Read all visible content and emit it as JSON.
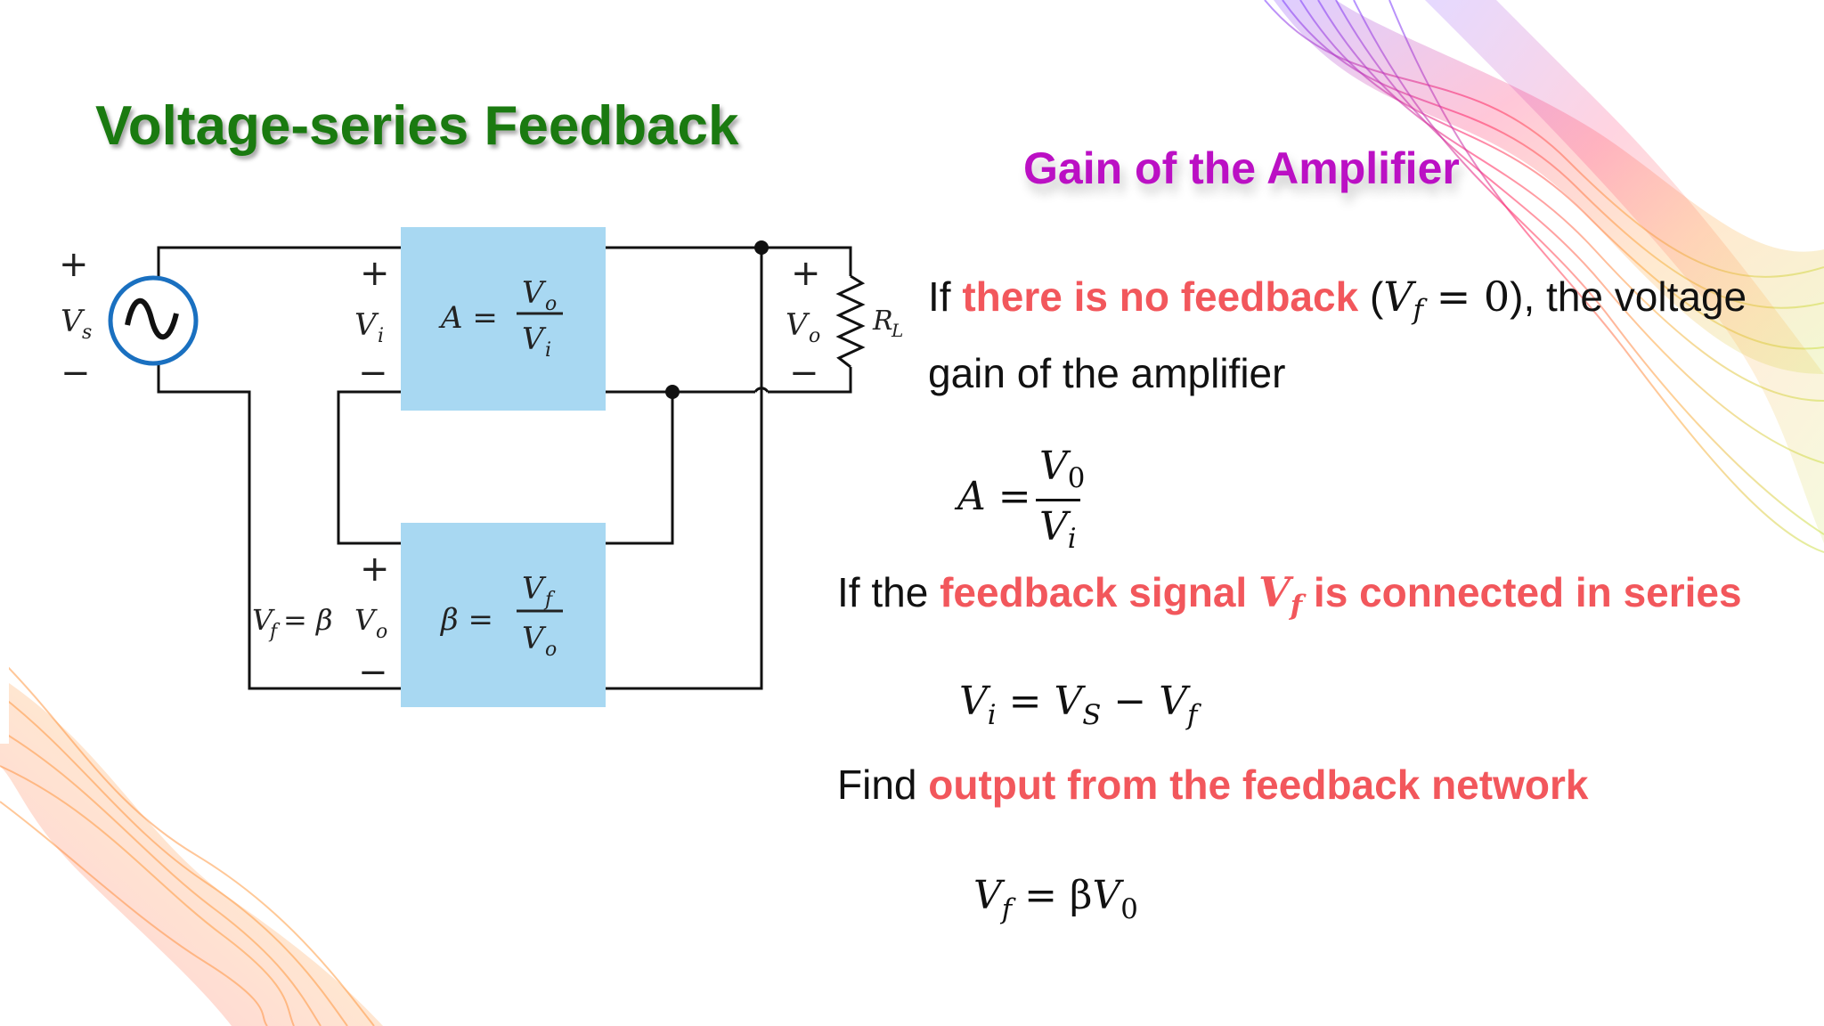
{
  "slide": {
    "title": "Voltage-series  Feedback",
    "subtitle": "Gain of the Amplifier",
    "accent_colors": {
      "title": "#1a7a10",
      "subtitle": "#bb10c4",
      "highlight": "#f2575c",
      "block_fill": "#a8d8f2"
    }
  },
  "circuit": {
    "source_label": "V",
    "source_sub": "s",
    "vi_label": "V",
    "vi_sub": "i",
    "vo_label": "V",
    "vo_sub": "o",
    "load_label": "R",
    "load_sub": "L",
    "plus": "+",
    "minus": "−",
    "amp_block": {
      "lhs": "A =",
      "num": "V",
      "num_sub": "o",
      "den": "V",
      "den_sub": "i"
    },
    "beta_block": {
      "lhs": "β =",
      "num": "V",
      "num_sub": "f",
      "den": "V",
      "den_sub": "o"
    },
    "feedback_label": "Vf = βVo",
    "feedback_parts": {
      "v": "V",
      "f": "f",
      "eq": " = β",
      "v2": "V",
      "o": "o"
    }
  },
  "text": {
    "line1": {
      "if": "If ",
      "red": "there is no feedback",
      "paren_open": " (",
      "var": "V",
      "sub": "f",
      "eq": " = 0",
      "paren_close": ")",
      "rest": ", the voltage"
    },
    "line2": "gain of the amplifier",
    "eq1": {
      "lhs": "A",
      "eq": "=",
      "num": "V",
      "num_sub": "0",
      "den": "V",
      "den_sub": "i"
    },
    "line3": {
      "pre": "If the ",
      "red1": "feedback signal ",
      "var": "V",
      "sub": "f",
      "red2": " is connected in series"
    },
    "eq2": {
      "v1": "V",
      "s1": "i",
      "eq": " = ",
      "v2": "V",
      "s2": "S",
      "minus": " − ",
      "v3": "V",
      "s3": "f"
    },
    "line4": {
      "pre": "Find ",
      "red": "output from the feedback network"
    },
    "eq3": {
      "v1": "V",
      "s1": "f",
      "eq": " = β",
      "v2": "V",
      "s2": "0"
    }
  }
}
